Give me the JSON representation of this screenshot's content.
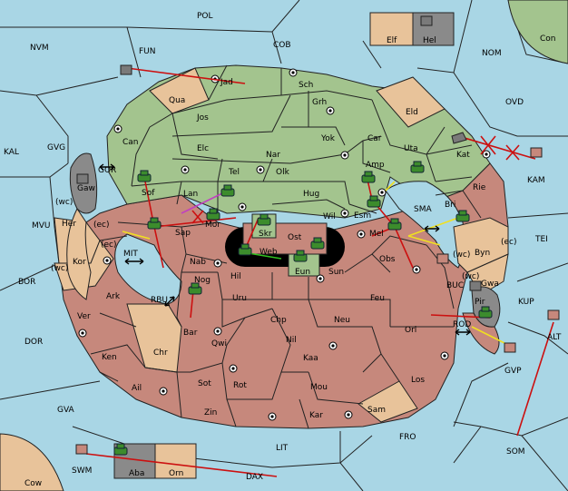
{
  "colors": {
    "water": "#a9d6e5",
    "land_green": "#a3c48e",
    "land_red": "#c6887c",
    "land_tan": "#e8c39a",
    "land_gray": "#8a8a8a",
    "unit_green": "#3c8c2c",
    "fleet_gray": "#7a7a7a",
    "order_red": "#cc1010",
    "order_yellow": "#f0e020",
    "order_green": "#30c020",
    "order_magenta": "#c040c0"
  },
  "regions": {
    "pol": "POL",
    "nvm": "NVM",
    "fun": "FUN",
    "cob": "COB",
    "nom": "NOM",
    "ovd": "OVD",
    "kal": "KAL",
    "gvg": "GVG",
    "mvu": "MVU",
    "bor": "BOR",
    "dor": "DOR",
    "gva": "GVA",
    "lit": "LIT",
    "fro": "FRO",
    "som": "SOM",
    "kam": "KAM",
    "tei": "TEI",
    "kup": "KUP",
    "alt": "ALT",
    "gvp": "GVP",
    "rod": "ROD",
    "buc": "BUC",
    "sma": "SMA",
    "mit": "MIT",
    "rbu": "RBU",
    "gor": "GOR",
    "swm": "SWM",
    "dax": "DAX",
    "elf": "Elf",
    "hel": "Hel",
    "con": "Con",
    "cow": "Cow",
    "jad": "Jad",
    "sch": "Sch",
    "qua": "Qua",
    "jos": "Jos",
    "grh": "Grh",
    "eld": "Eld",
    "can": "Can",
    "elc": "Elc",
    "nar": "Nar",
    "yok": "Yok",
    "car": "Car",
    "uta": "Uta",
    "kat": "Kat",
    "tel": "Tel",
    "olk": "Olk",
    "amp": "Amp",
    "gaw": "Gaw",
    "sof": "Sof",
    "lan": "Lan",
    "hug": "Hug",
    "wil": "Wil",
    "esm": "Esm",
    "bri": "Bri",
    "rie": "Rie",
    "her": "Her",
    "sap": "Sap",
    "mor": "Mor",
    "skr": "Skr",
    "ost": "Ost",
    "mel": "Mel",
    "web": "Web",
    "eun": "Eun",
    "kor": "Kor",
    "nab": "Nab",
    "obs": "Obs",
    "byn": "Byn",
    "gwa": "Gwa",
    "hil": "Hil",
    "sun": "Sun",
    "nog": "Nog",
    "pir": "Pir",
    "ark": "Ark",
    "uru": "Uru",
    "feu": "Feu",
    "ver": "Ver",
    "chp": "Chp",
    "neu": "Neu",
    "orl": "Orl",
    "bar": "Bar",
    "qwi": "Qwi",
    "nil": "Nil",
    "chr": "Chr",
    "ken": "Ken",
    "kaa": "Kaa",
    "los": "Los",
    "ail": "Ail",
    "sot": "Sot",
    "rot": "Rot",
    "mou": "Mou",
    "zin": "Zin",
    "kar": "Kar",
    "sam": "Sam",
    "aba": "Aba",
    "orn": "Orn"
  },
  "coasts": {
    "gaw_wc": "(wc)",
    "her_ec": "(ec)",
    "kor_ec": "(ec)",
    "kor_wc": "(wc)",
    "byn_wc": "(wc)",
    "byn_ec": "(ec)",
    "gwa_wc": "(wc)"
  }
}
